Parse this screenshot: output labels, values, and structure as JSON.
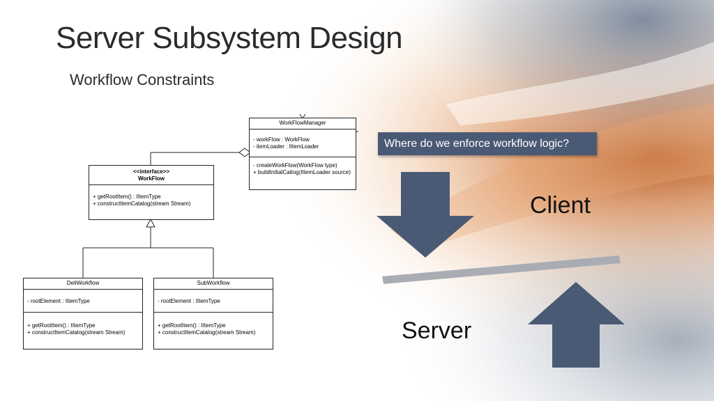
{
  "slide": {
    "title": "Server Subsystem Design",
    "subtitle": "Workflow Constraints"
  },
  "uml": {
    "manager": {
      "name": "WorkFlowManager",
      "attributes": [
        "- workFlow : WorkFlow",
        "- itemLoader : IItemLoader"
      ],
      "methods": [
        "- createWorkFlow(WorkFlow type)",
        "+ buildInitialCatlog(IItemLoader source)"
      ]
    },
    "interface": {
      "stereotype": "<<interface>>",
      "name": "WorkFlow",
      "methods": [
        "+ getRootItem() : IItemType",
        "+ constructItemCatalog(stream Stream)"
      ]
    },
    "deli": {
      "name": "DeliWorkflow",
      "attributes": [
        "- rootElement : IItemType"
      ],
      "methods": [
        "+ getRootItem() : IItemType",
        "+ constructItemCatalog(stream Stream)"
      ]
    },
    "sub": {
      "name": "SubWorkflow",
      "attributes": [
        "- rootElement : IItemType"
      ],
      "methods": [
        "+ getRootItem() : IItemType",
        "+ constructItemCatalog(stream Stream)"
      ]
    }
  },
  "concept": {
    "question": "Where do we enforce workflow logic?",
    "client_label": "Client",
    "server_label": "Server"
  },
  "colors": {
    "arrow": "#4a5a75",
    "divider": "#a9adb3",
    "question_bg": "#4a5a75",
    "swoosh": "#c8682f"
  }
}
